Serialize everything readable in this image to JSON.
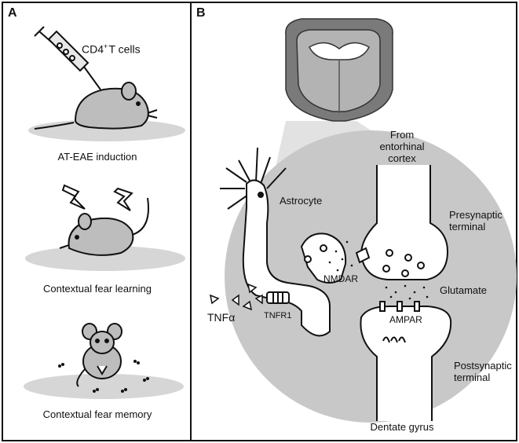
{
  "panel_a": {
    "letter": "A",
    "injection_label": "CD4",
    "injection_label_sup": "+",
    "injection_label_rest": "T cells",
    "step1": "AT-EAE induction",
    "step2": "Contextual fear learning",
    "step3": "Contextual fear memory"
  },
  "panel_b": {
    "letter": "B",
    "source_label": [
      "From",
      "entorhinal",
      "cortex"
    ],
    "astrocyte": "Astrocyte",
    "presynaptic": [
      "Presynaptic",
      "terminal"
    ],
    "nmdar": "NMDAR",
    "glutamate": "Glutamate",
    "tnf_alpha": "TNFα",
    "tnfr1": "TNFR1",
    "ampar": "AMPAR",
    "postsynaptic": [
      "Postsynaptic",
      "terminal"
    ],
    "region": "Dentate gyrus"
  }
}
